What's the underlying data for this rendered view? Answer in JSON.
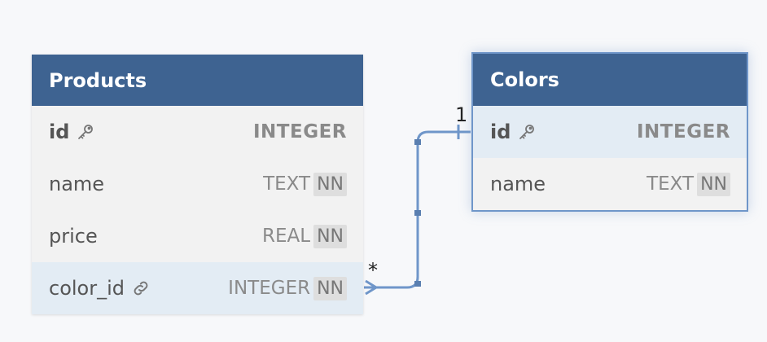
{
  "tables": {
    "products": {
      "title": "Products",
      "rows": [
        {
          "name": "id",
          "type": "INTEGER",
          "nn": "",
          "icon": "key-icon",
          "pk": true
        },
        {
          "name": "name",
          "type": "TEXT",
          "nn": "NN"
        },
        {
          "name": "price",
          "type": "REAL",
          "nn": "NN"
        },
        {
          "name": "color_id",
          "type": "INTEGER",
          "nn": "NN",
          "icon": "link-icon"
        }
      ]
    },
    "colors": {
      "title": "Colors",
      "rows": [
        {
          "name": "id",
          "type": "INTEGER",
          "nn": "",
          "icon": "key-icon",
          "pk": true
        },
        {
          "name": "name",
          "type": "TEXT",
          "nn": "NN"
        }
      ]
    }
  },
  "relationship": {
    "from": "Products.color_id",
    "to": "Colors.id",
    "from_cardinality": "*",
    "to_cardinality": "1",
    "line_color": "#6f96c9"
  },
  "colors": {
    "header_bg": "#3e6391",
    "highlight_row": "#e3ecf4",
    "table_bg": "#f2f2f2"
  }
}
